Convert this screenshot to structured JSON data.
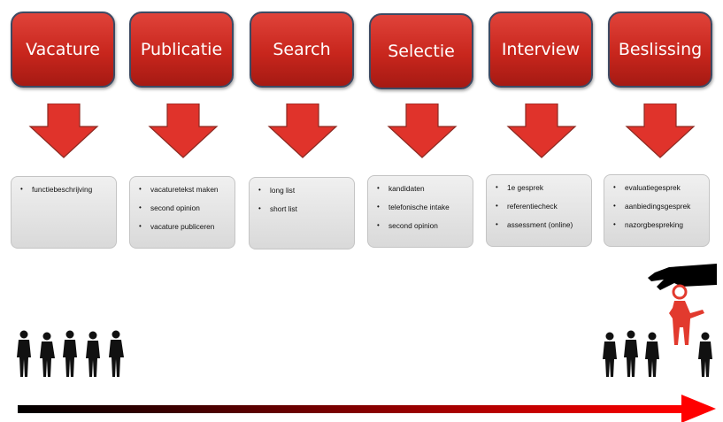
{
  "steps": [
    {
      "label": "Vacature",
      "items": [
        "functiebeschrijving"
      ]
    },
    {
      "label": "Publicatie",
      "items": [
        "vacaturetekst maken",
        "second opinion",
        "vacature publiceren"
      ]
    },
    {
      "label": "Search",
      "items": [
        "long list",
        "short list"
      ]
    },
    {
      "label": "Selectie",
      "items": [
        "kandidaten",
        "telefonische intake",
        "second opinion"
      ]
    },
    {
      "label": "Interview",
      "items": [
        "1e gesprek",
        "referentiecheck",
        "assessment (online)"
      ]
    },
    {
      "label": "Beslissing",
      "items": [
        "evaluatiegesprek",
        "aanbiedingsgesprek",
        "nazorgbespreking"
      ]
    }
  ],
  "colors": {
    "step_fill": "#c8261d",
    "step_border": "#3d4a63",
    "arrow_fill": "#e0332b",
    "box_fill": "#e3e3e3",
    "timeline_start": "#000000",
    "timeline_end": "#ff0000"
  },
  "icons": {
    "people_left": "group-of-silhouette-people-icon",
    "people_right": "selected-candidate-picked-by-hand-icon",
    "timeline": "gradient-arrow-icon"
  }
}
